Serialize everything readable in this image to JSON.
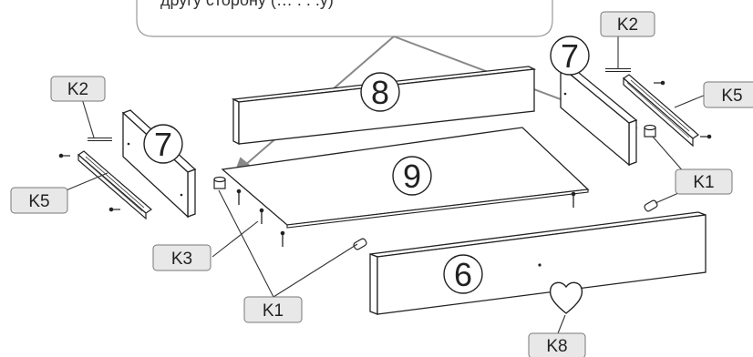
{
  "callout": {
    "text": "другу сторону (… . . .у)"
  },
  "parts": {
    "side_left": "7",
    "side_right": "7",
    "back_panel": "8",
    "bottom_panel": "9",
    "front_panel": "6"
  },
  "labels": {
    "k2_left": "K2",
    "k2_right": "K2",
    "k5_left": "K5",
    "k5_right": "K5",
    "k1_right": "K1",
    "k1_bottom": "K1",
    "k3": "K3",
    "k8": "K8"
  }
}
